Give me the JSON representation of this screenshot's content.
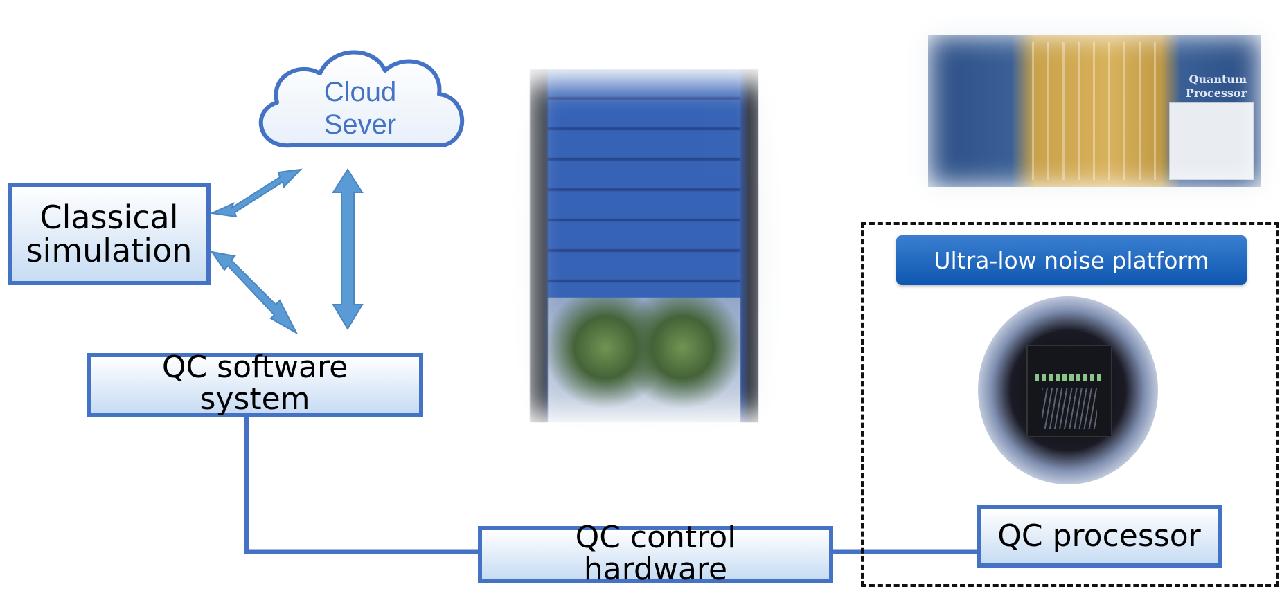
{
  "nodes": {
    "cloud": {
      "line1": "Cloud",
      "line2": "Sever"
    },
    "classical": {
      "line1": "Classical",
      "line2": "simulation"
    },
    "software": {
      "line1": "QC software",
      "line2": "system"
    },
    "control": {
      "line1": "QC control",
      "line2": "hardware"
    },
    "processor": {
      "label": "QC processor"
    },
    "platform": {
      "label": "Ultra-low noise platform"
    }
  },
  "photos": {
    "rack": {
      "subject": "control-electronics-rack"
    },
    "fridge": {
      "subject": "dilution-refrigerator",
      "labels": [
        "Quantum",
        "Processor"
      ]
    },
    "chip": {
      "subject": "quantum-processor-chip"
    }
  },
  "colors": {
    "box_border": "#4472c4",
    "arrow": "#5b9bd5",
    "cloud_text": "#4472c4",
    "banner": "#1f62b8"
  }
}
